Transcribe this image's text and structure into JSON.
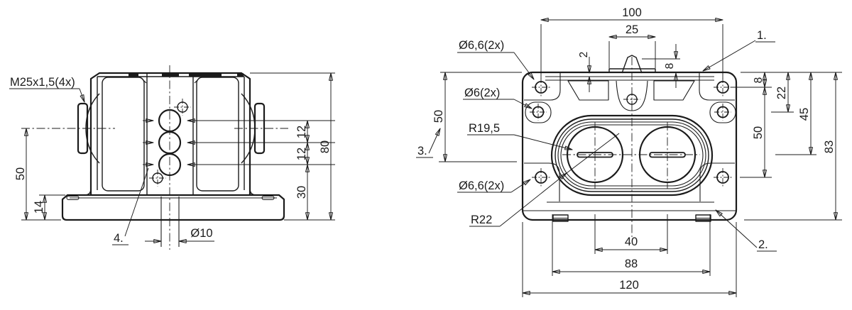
{
  "drawing": {
    "background": "#ffffff",
    "line_color": "#1b1b1b",
    "front_view": {
      "labels": {
        "gland_thread": "M25x1,5(4x)",
        "position_4": "4.",
        "base_hole_dia": "Ø10"
      },
      "dims": {
        "center_height": "50",
        "base_height": "14",
        "hole_pitch_upper": "12",
        "hole_pitch_lower": "12",
        "lower_offset": "30",
        "total_height": "80"
      }
    },
    "top_view": {
      "labels": {
        "corner_holes_upper": "Ø6,6(2x)",
        "side_holes": "Ø6(2x)",
        "inner_corner_radius": "R19,5",
        "corner_holes_lower": "Ø6,6(2x)",
        "outer_corner_radius": "R22",
        "position_1": "1.",
        "position_2": "2.",
        "position_3": "3."
      },
      "dims": {
        "hole_span": "100",
        "tab_width": "25",
        "seal_gap": "2",
        "tab_height": "8",
        "edge_to_hole": "8",
        "edge_to_side_hole": "22",
        "edge_to_center": "45",
        "hole_rows": "50",
        "left_height": "50",
        "total_depth": "83",
        "slot_span": "40",
        "clip_span": "88",
        "total_width": "120"
      }
    }
  }
}
